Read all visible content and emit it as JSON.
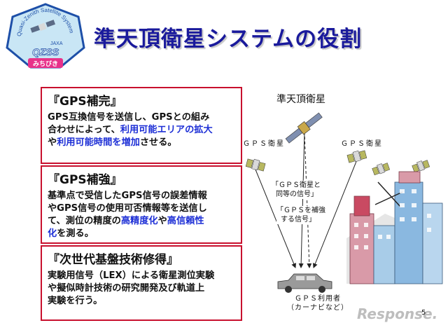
{
  "header": {
    "title": "準天頂衛星システムの役割",
    "logo_ring_text": "Quasi-Zenith Satellite System",
    "logo_mark": "QZSS",
    "logo_small": "JAXA",
    "logo_caption": "みちびき"
  },
  "boxes": [
    {
      "heading": "『GPS補完』",
      "lines": [
        [
          {
            "t": "GPS互換信号を送信し、GPSとの組み"
          }
        ],
        [
          {
            "t": "合わせによって、"
          },
          {
            "t": "利用可能エリアの拡大",
            "hl": true
          }
        ],
        [
          {
            "t": "や"
          },
          {
            "t": "利用可能時間を増加",
            "hl": true
          },
          {
            "t": "させる。"
          }
        ]
      ]
    },
    {
      "heading": "『GPS補強』",
      "lines": [
        [
          {
            "t": "基準点で受信したGPS信号の誤差情報"
          }
        ],
        [
          {
            "t": "やGPS信号の使用可否情報等を送信し"
          }
        ],
        [
          {
            "t": "て、測位の精度の"
          },
          {
            "t": "高精度化",
            "hl": true
          },
          {
            "t": "や"
          },
          {
            "t": "高信頼性",
            "hl": true
          }
        ],
        [
          {
            "t": "化",
            "hl": true
          },
          {
            "t": "を測る。"
          }
        ]
      ]
    },
    {
      "heading": "『次世代基盤技術修得』",
      "lines": [
        [
          {
            "t": "実験用信号（LEX）による衛星測位実験"
          }
        ],
        [
          {
            "t": "や擬似時計技術の研究開発及び軌道上"
          }
        ],
        [
          {
            "t": "実験を行う。"
          }
        ]
      ]
    }
  ],
  "diagram": {
    "qzs_label": "準天頂衛星",
    "gps_left_label": "ＧＰＳ衛星",
    "gps_right_label": "ＧＰＳ衛星",
    "signal1": [
      "「ＧＰＳ衛星と",
      "同等の信号」"
    ],
    "signal2": [
      "「ＧＰＳを補強",
      "する信号」"
    ],
    "user": [
      "ＧＰＳ利用者",
      "（カーナビなど）"
    ]
  },
  "footer": {
    "brand": "Response.",
    "page": "5"
  },
  "colors": {
    "title": "#1a1a9c",
    "box_border": "#c8102e",
    "highlight": "#1d2fd6"
  }
}
